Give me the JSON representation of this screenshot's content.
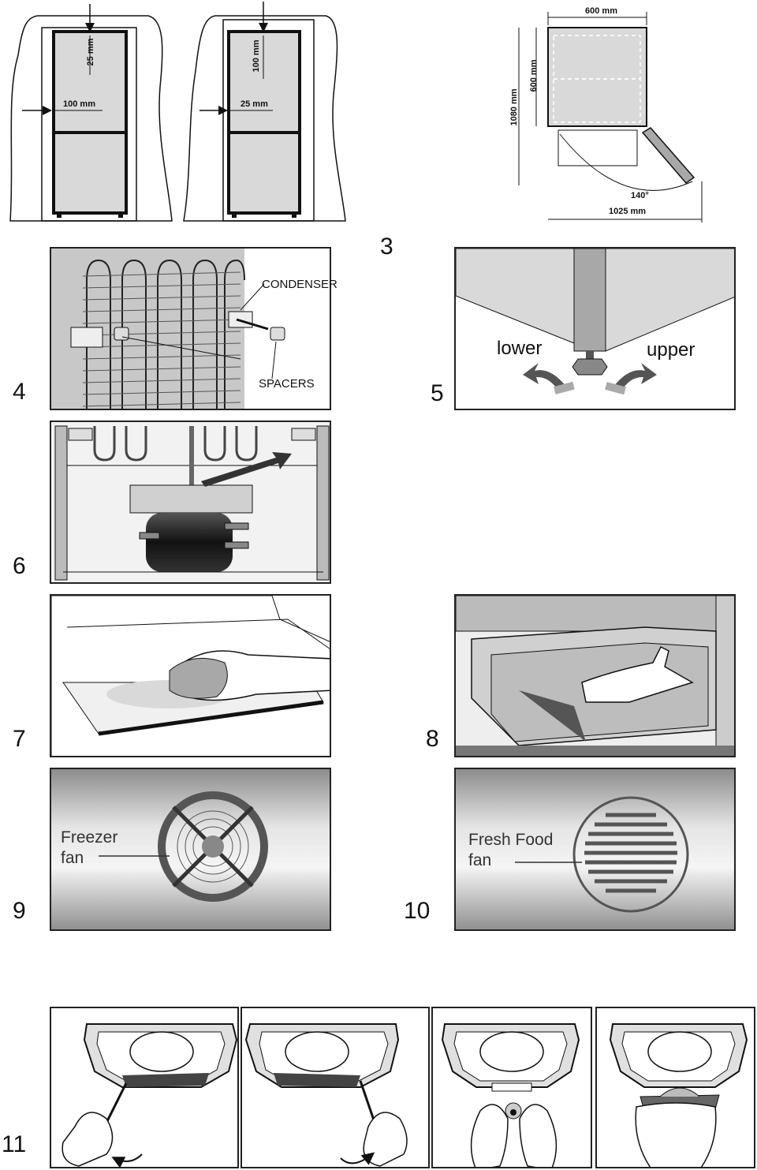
{
  "figures": {
    "fig3": {
      "number": "3",
      "left_clearances": {
        "top": "25 mm",
        "side": "100 mm"
      },
      "right_clearances": {
        "top": "100 mm",
        "side": "25 mm"
      },
      "dimensions": {
        "width": "600 mm",
        "depth": "600 mm",
        "height": "1080 mm",
        "angle": "140°",
        "door_span": "1025 mm"
      }
    },
    "fig4": {
      "number": "4",
      "condenser": "CONDENSER",
      "spacers": "SPACERS"
    },
    "fig5": {
      "number": "5",
      "lower": "lower",
      "upper": "upper"
    },
    "fig6": {
      "number": "6"
    },
    "fig7": {
      "number": "7"
    },
    "fig8": {
      "number": "8"
    },
    "fig9": {
      "number": "9",
      "label_line1": "Freezer",
      "label_line2": "fan"
    },
    "fig10": {
      "number": "10",
      "label_line1": "Fresh Food",
      "label_line2": "fan"
    },
    "fig11": {
      "number": "11"
    }
  },
  "colors": {
    "ink": "#111111",
    "fill_light": "#d9d9d9",
    "fill_mid": "#a8a8a8",
    "fill_dark": "#333333"
  }
}
